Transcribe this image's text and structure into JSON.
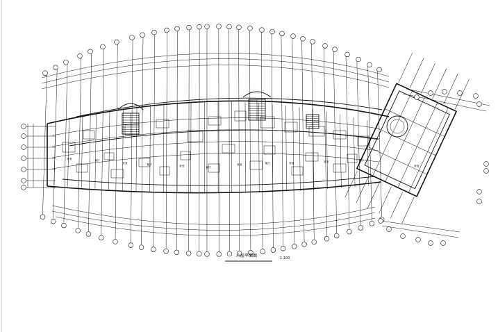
{
  "drawing": {
    "title": "八层平面图",
    "scale": "1:100"
  },
  "colors": {
    "background": "#ffffff",
    "linework": "#111111",
    "left_frame": "#c8c8c8"
  },
  "room_labels": [
    "卧室",
    "客厅",
    "卧室",
    "客厅",
    "卧室",
    "客厅",
    "卧室",
    "客厅",
    "卧室",
    "卧室",
    "客厅",
    "卧室"
  ]
}
